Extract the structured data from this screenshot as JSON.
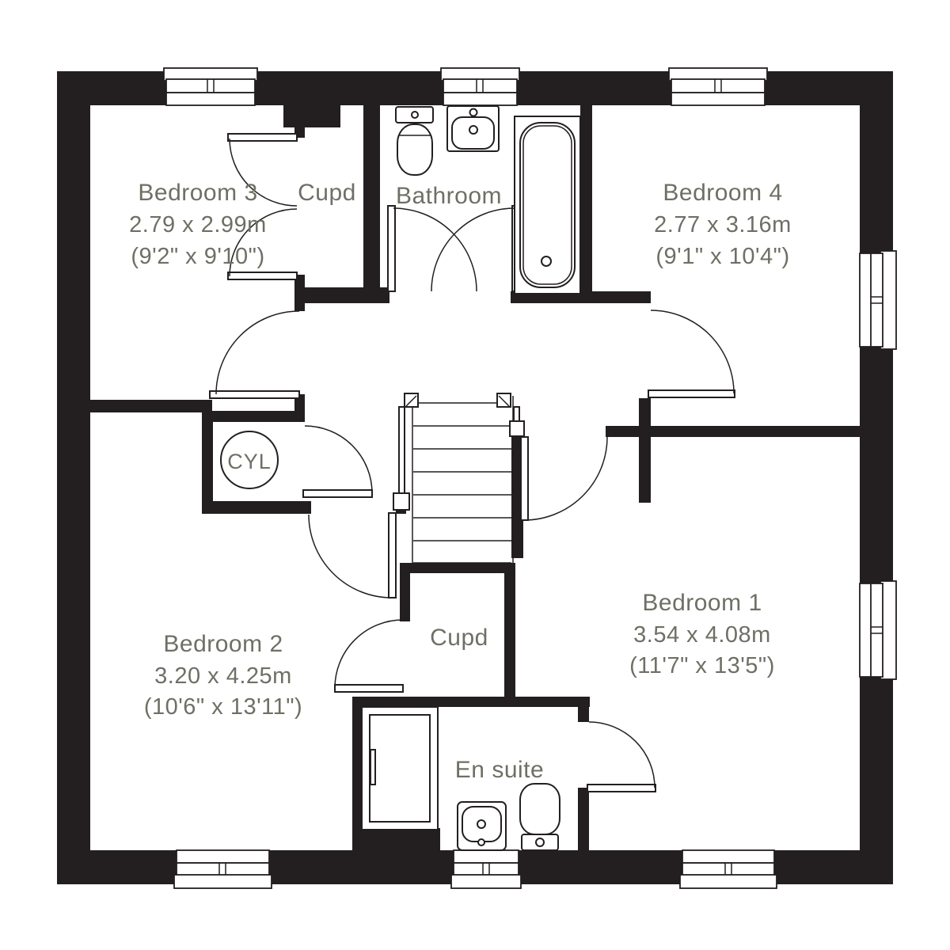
{
  "plan": {
    "type": "floor-plan",
    "colors": {
      "wall": "#231f20",
      "label": "#6d7065",
      "background": "#ffffff"
    },
    "rooms": [
      {
        "name": "Bedroom 3",
        "metric": "2.79 x 2.99m",
        "imperial": "(9'2\" x 9'10\")"
      },
      {
        "name": "Cupd"
      },
      {
        "name": "Bathroom"
      },
      {
        "name": "Bedroom 4",
        "metric": "2.77 x 3.16m",
        "imperial": "(9'1\" x 10'4\")"
      },
      {
        "name": "CYL"
      },
      {
        "name": "Bedroom 2",
        "metric": "3.20 x 4.25m",
        "imperial": "(10'6\" x 13'11\")"
      },
      {
        "name": "Cupd"
      },
      {
        "name": "Bedroom 1",
        "metric": "3.54 x 4.08m",
        "imperial": "(11'7\" x 13'5\")"
      },
      {
        "name": "En suite"
      }
    ],
    "fixtures": [
      "toilet",
      "basin",
      "bath",
      "shower",
      "en-suite-basin",
      "en-suite-toilet",
      "stairs",
      "hot-water-cylinder"
    ]
  }
}
